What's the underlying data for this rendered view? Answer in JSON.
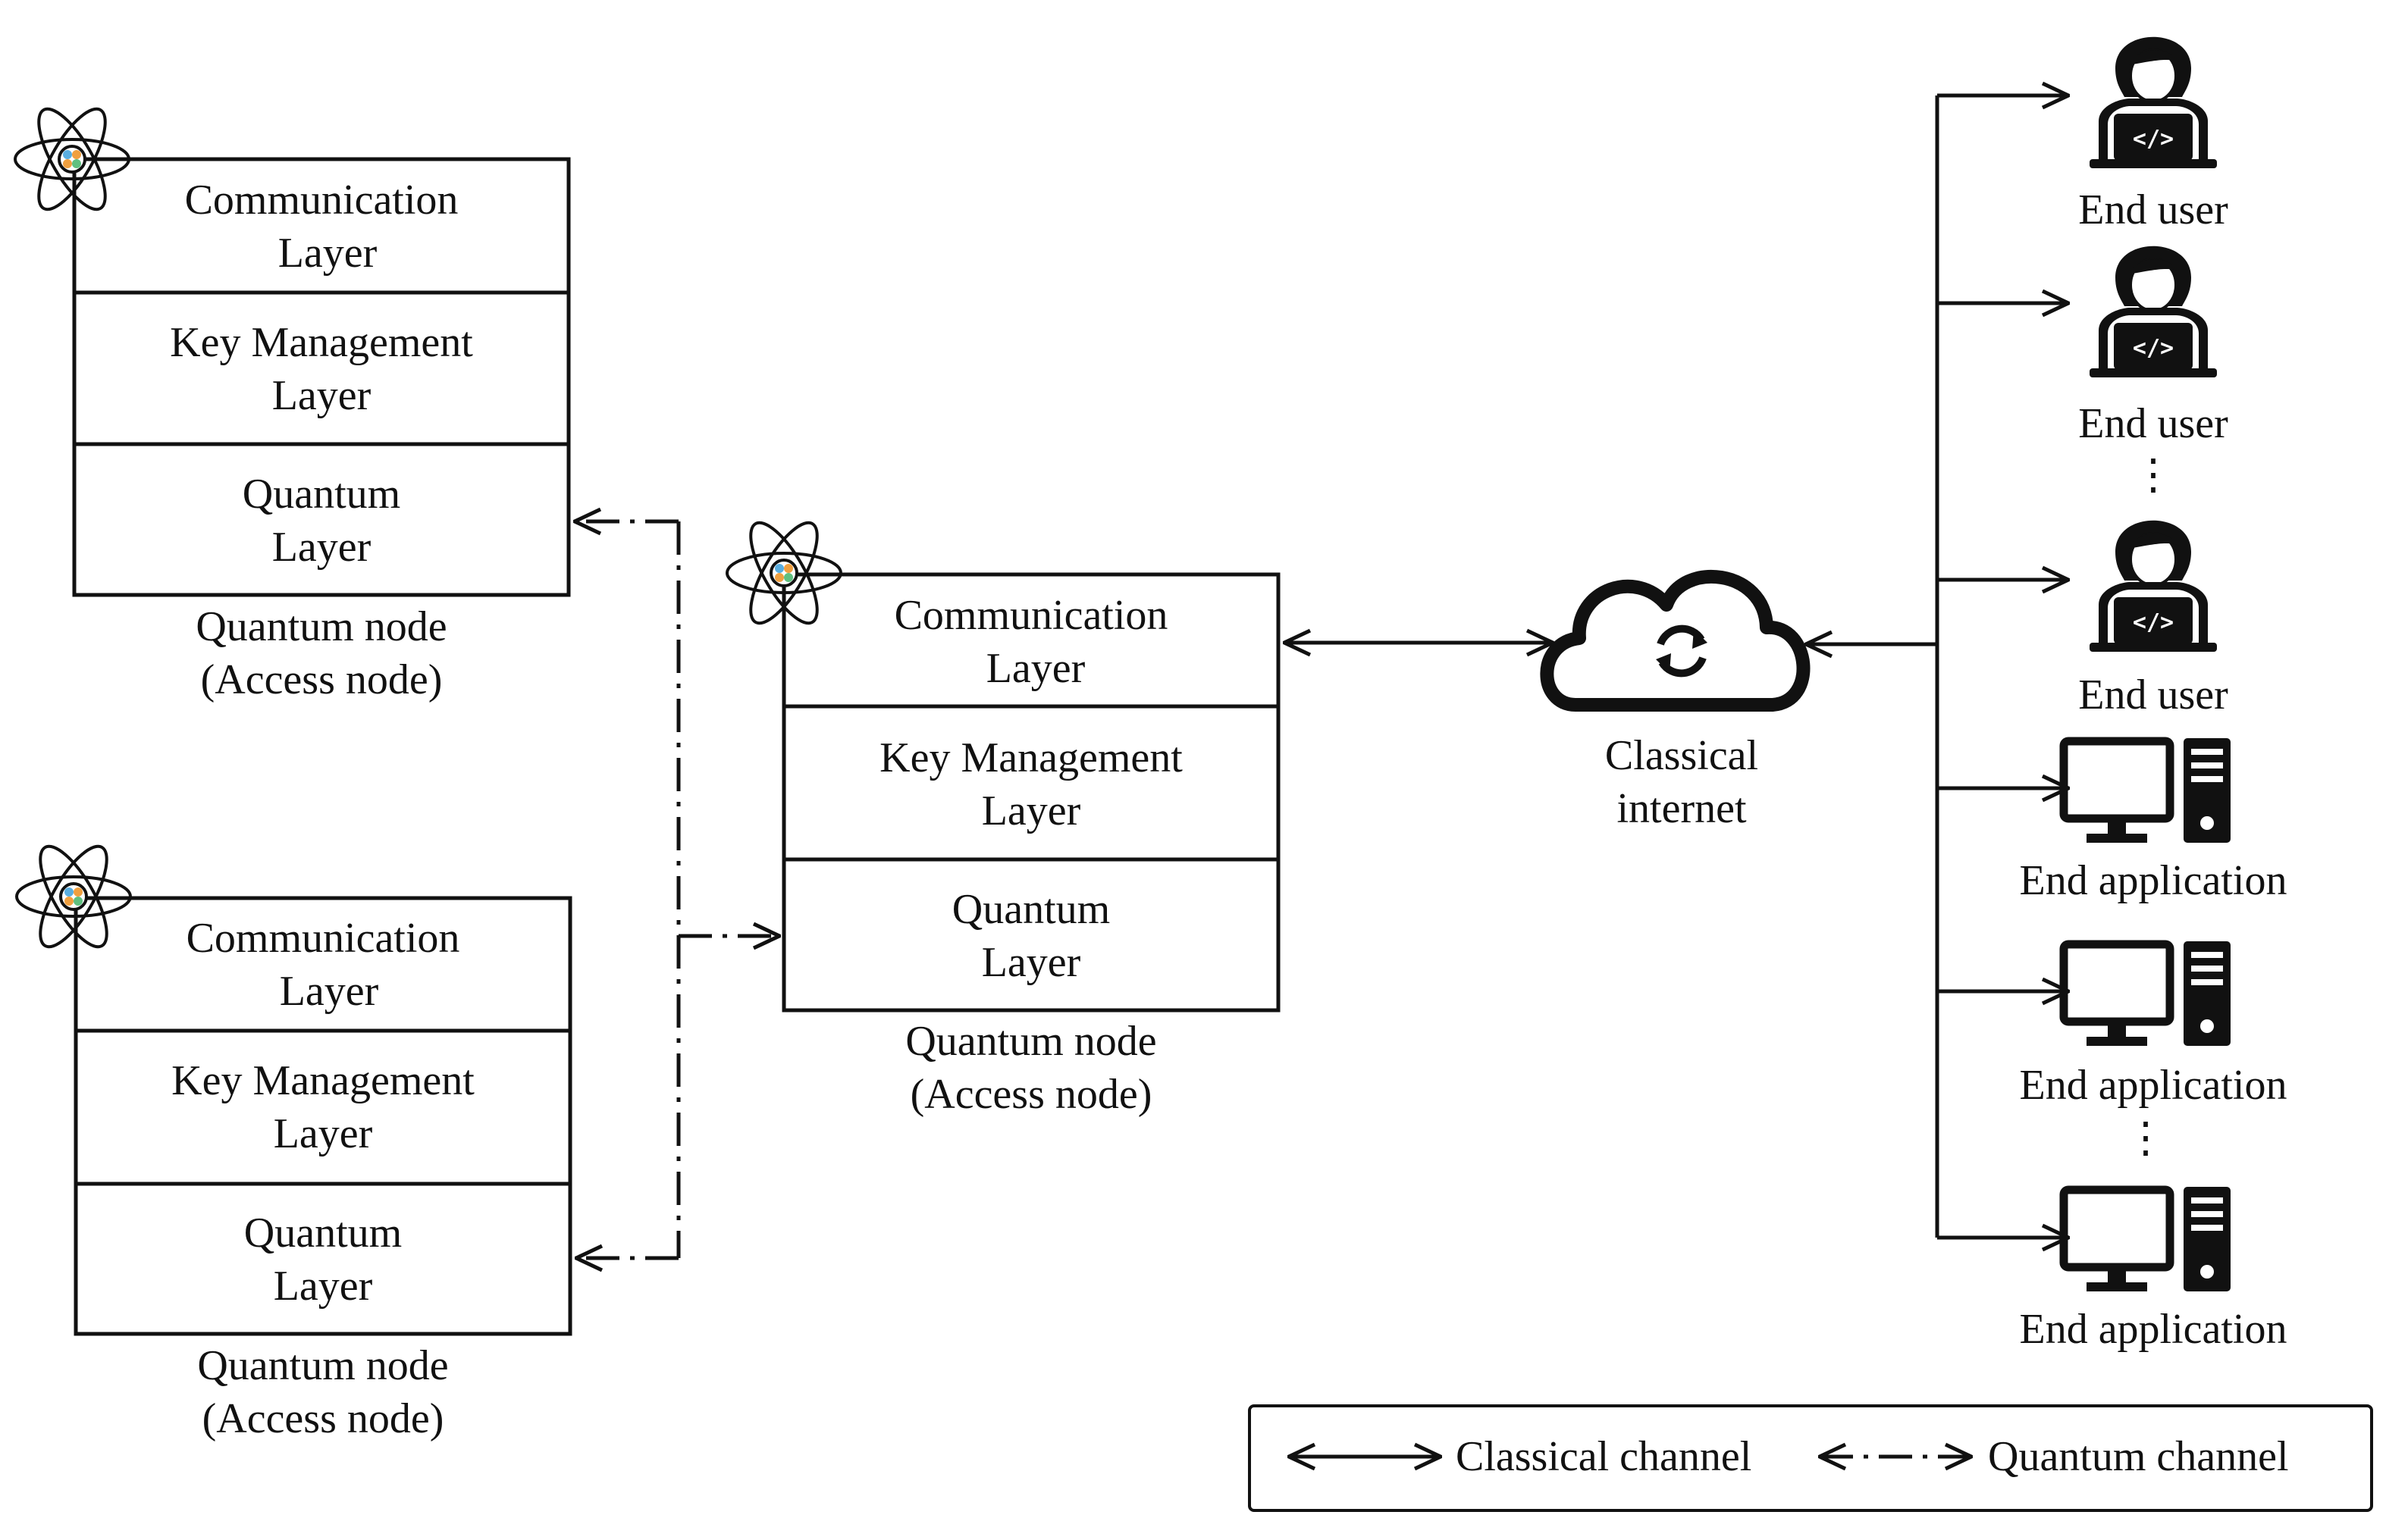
{
  "layers": {
    "communication": [
      "Communication",
      "Layer"
    ],
    "key_management": [
      "Key Management",
      "Layer"
    ],
    "quantum": [
      "Quantum",
      "Layer"
    ]
  },
  "node_caption": [
    "Quantum node",
    "(Access node)"
  ],
  "cloud_label": [
    "Classical",
    "internet"
  ],
  "end_user_label": "End user",
  "end_application_label": "End application",
  "ellipsis": "⋮",
  "legend": {
    "classical": "Classical channel",
    "quantum": "Quantum channel"
  },
  "colors": {
    "ink": "#111111",
    "atom_core": [
      "#5aaee0",
      "#f0a040",
      "#60c080"
    ]
  },
  "icons": [
    "atom-icon",
    "cloud-sync-icon",
    "developer-user-icon",
    "desktop-computer-icon"
  ]
}
